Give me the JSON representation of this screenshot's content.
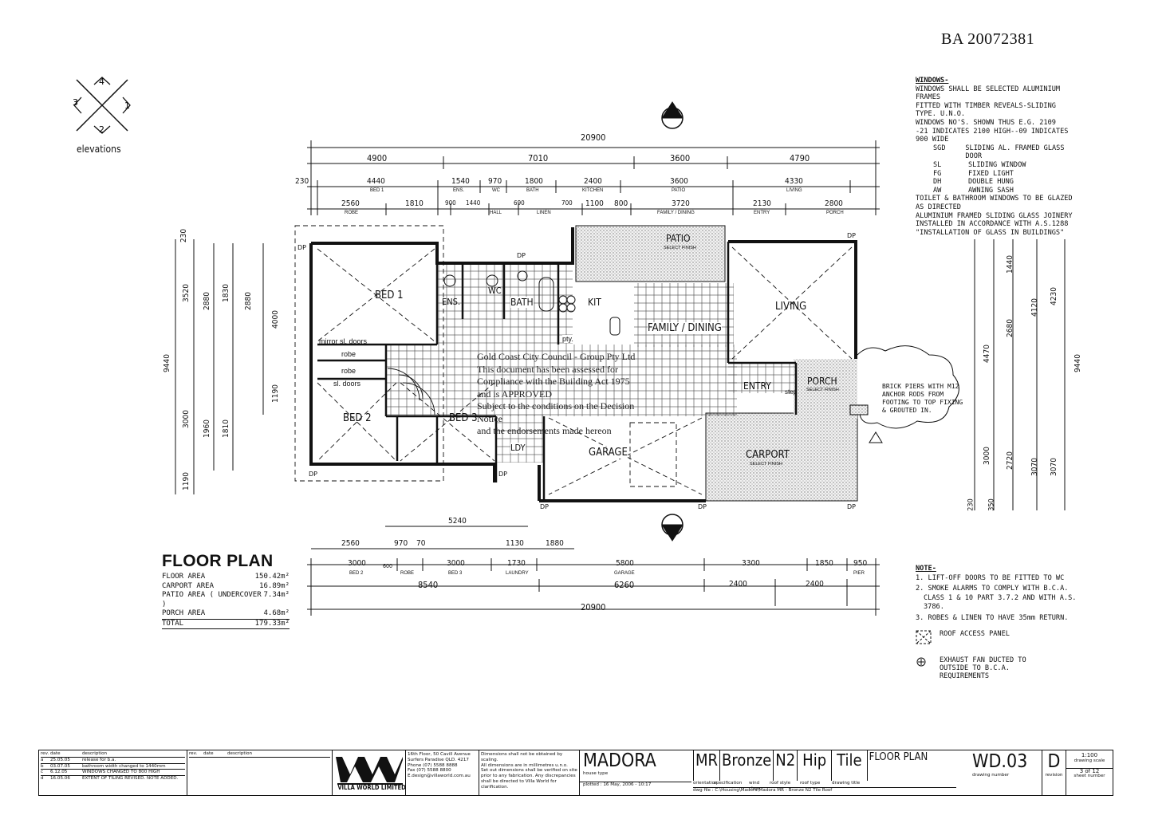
{
  "header": {
    "ba_number": "BA 20072381"
  },
  "elevations": {
    "label": "elevations",
    "markers": [
      "4",
      "3",
      "1",
      "2"
    ]
  },
  "windows_notes": {
    "title": "WINDOWS-",
    "lines": [
      "WINDOWS SHALL BE SELECTED ALUMINIUM FRAMES",
      "FITTED WITH TIMBER REVEALS-SLIDING TYPE. U.N.O.",
      "WINDOWS NO'S. SHOWN THUS E.G. 2109",
      "-21 INDICATES 2100 HIGH--09 INDICATES 900 WIDE"
    ],
    "legend": [
      {
        "k": "SGD",
        "v": "SLIDING AL. FRAMED GLASS DOOR"
      },
      {
        "k": "SL",
        "v": "SLIDING WINDOW"
      },
      {
        "k": "FG",
        "v": "FIXED LIGHT"
      },
      {
        "k": "DH",
        "v": "DOUBLE HUNG"
      },
      {
        "k": "AW",
        "v": "AWNING SASH"
      }
    ],
    "after": [
      "TOILET & BATHROOM WINDOWS TO BE GLAZED",
      "AS DIRECTED",
      "ALUMINIUM FRAMED SLIDING GLASS JOINERY",
      "INSTALLED IN ACCORDANCE WITH A.S.1288",
      "\"INSTALLATION OF GLASS IN BUILDINGS\""
    ]
  },
  "dims_top": {
    "overall": "20900",
    "row1": [
      "4900",
      "7010",
      "3600",
      "4790"
    ],
    "row2": [
      "230",
      "4440",
      "1540",
      "970",
      "1800",
      "2400",
      "3600",
      "4330"
    ],
    "row2_labels": [
      "BED 1",
      "ENS.",
      "WC",
      "BATH",
      "KITCHEN",
      "PATIO",
      "LIVING"
    ],
    "row3": [
      "2560",
      "1810",
      "900",
      "1440",
      "690",
      "700",
      "1100",
      "800",
      "3720",
      "2130",
      "2800"
    ],
    "row3_labels": [
      "ROBE",
      "HALL",
      "LINEN",
      "FAMILY / DINING",
      "ENTRY",
      "PORCH"
    ]
  },
  "rooms": {
    "bed1": "BED 1",
    "bed2": "BED 2",
    "bed3": "BED 3",
    "ens": "ENS.",
    "wc": "WC",
    "bath": "BATH",
    "kit": "KIT",
    "family": "FAMILY / DINING",
    "living": "LIVING",
    "patio": "PATIO",
    "patio_sub": "SELECT FINISH",
    "entry": "ENTRY",
    "porch": "PORCH",
    "porch_sub": "SELECT FINISH",
    "garage": "GARAGE",
    "carport": "CARPORT",
    "carport_sub": "SELECT FINISH",
    "ldy": "LDY",
    "robe": "robe",
    "mirror": "mirror sl. doors",
    "sl_doors": "sl. doors",
    "pty": "pty.",
    "step": "step",
    "dp": "DP"
  },
  "brick_note": "BRICK PIERS WITH M12 ANCHOR RODS FROM FOOTING TO TOP FIXING & GROUTED IN.",
  "stamp": {
    "lines": [
      "Gold Coast City Council - Group Pty Ltd",
      "This document has been assessed for",
      "Compliance with the Building Act 1975",
      "and is APPROVED",
      "Subject to the conditions on the Decision",
      "Notice",
      "and the endorsements made hereon"
    ]
  },
  "floor_plan": {
    "title": "FLOOR PLAN",
    "areas": [
      {
        "label": "FLOOR AREA",
        "value": "150.42m²"
      },
      {
        "label": "CARPORT AREA",
        "value": "16.89m²"
      },
      {
        "label": "PATIO AREA ( UNDERCOVER )",
        "value": "7.34m²"
      },
      {
        "label": "PORCH AREA",
        "value": "4.68m²"
      }
    ],
    "total": {
      "label": "TOTAL",
      "value": "179.33m²"
    }
  },
  "dims_bottom": {
    "row1": [
      "5240"
    ],
    "row2": [
      "2560",
      "970",
      "70",
      "1130",
      "1880"
    ],
    "row3": [
      "3000",
      "600",
      "3000",
      "1730",
      "5800",
      "3300",
      "1850",
      "950"
    ],
    "row3_labels": [
      "BED 2",
      "ROBE",
      "BED 3",
      "LAUNDRY",
      "GARAGE",
      "PIER"
    ],
    "row4": [
      "8540",
      "6260",
      "2400",
      "2400"
    ],
    "overall": "20900"
  },
  "dims_left": [
    "9440",
    "3520",
    "2880",
    "1830",
    "2880",
    "4000",
    "3000",
    "1960",
    "1810",
    "1190",
    "1190",
    "230"
  ],
  "dims_right": [
    "9440",
    "4470",
    "4120",
    "4230",
    "2680",
    "1440",
    "3000",
    "2720",
    "3070",
    "3070",
    "350",
    "230"
  ],
  "notes": {
    "title": "NOTE-",
    "items": [
      "1. LIFT-OFF DOORS TO BE FITTED TO WC",
      "2. SMOKE ALARMS TO COMPLY WITH B.C.A.",
      "CLASS 1 & 10  PART 3.7.2 AND WITH A.S. 3786.",
      "3. ROBES & LINEN TO HAVE 35mm RETURN."
    ],
    "legend": [
      {
        "sym": "roof-access",
        "text": "ROOF ACCESS PANEL"
      },
      {
        "sym": "exhaust-fan",
        "text": "EXHAUST FAN DUCTED TO OUTSIDE TO B.C.A. REQUIREMENTS"
      }
    ]
  },
  "title_block": {
    "rev_rows": [
      {
        "rev": "a",
        "date": "25.05.05",
        "desc": "release for b.a."
      },
      {
        "rev": "b",
        "date": "03.07.05",
        "desc": "bathroom width changed to 1440mm"
      },
      {
        "rev": "c",
        "date": "6.12.05",
        "desc": "WINDOWS CHANGED TO 800 HIGH"
      },
      {
        "rev": "d",
        "date": "16.05.06",
        "desc": "EXTENT OF TILING REVISED. NOTE ADDED."
      }
    ],
    "company": "VILLA WORLD LIMITED",
    "address": [
      "16th Floor, 50 Cavill Avenue",
      "Surfers Paradise QLD. 4217",
      "Phone  (07) 5588 8888",
      "Fax    (07) 5588 8800",
      "E.design@villaworld.com.au"
    ],
    "disclaimer": [
      "Dimensions shall not be obtained by scaling.",
      "All dimensions are in millimetres u.n.o.",
      "Set out dimensions shall be verified on site",
      "prior to any fabrication. Any discrepancies",
      "shall be directed to Villa World for clarification."
    ],
    "house": "MADORA",
    "house_type": "house type",
    "plotted": "plotted : 16 May, 2006 - 10:17",
    "path": "dwg file : C:\\Housing\\Madora\\Madora MR - Bronze N2 Tile Roof",
    "codes": [
      "MR",
      "Bronze",
      "N2",
      "Hip",
      "Tile"
    ],
    "code_labels": [
      "orientation",
      "specification",
      "wind class",
      "roof style",
      "roof type"
    ],
    "drawing_title": "FLOOR PLAN",
    "drawing_title_label": "drawing title",
    "drawing_number": "WD.03",
    "drawing_number_label": "drawing number",
    "revision": "D",
    "revision_label": "revision",
    "scale": "1:100",
    "scale_label": "drawing scale",
    "sheet": "3 of 12",
    "sheet_label": "sheet number"
  }
}
